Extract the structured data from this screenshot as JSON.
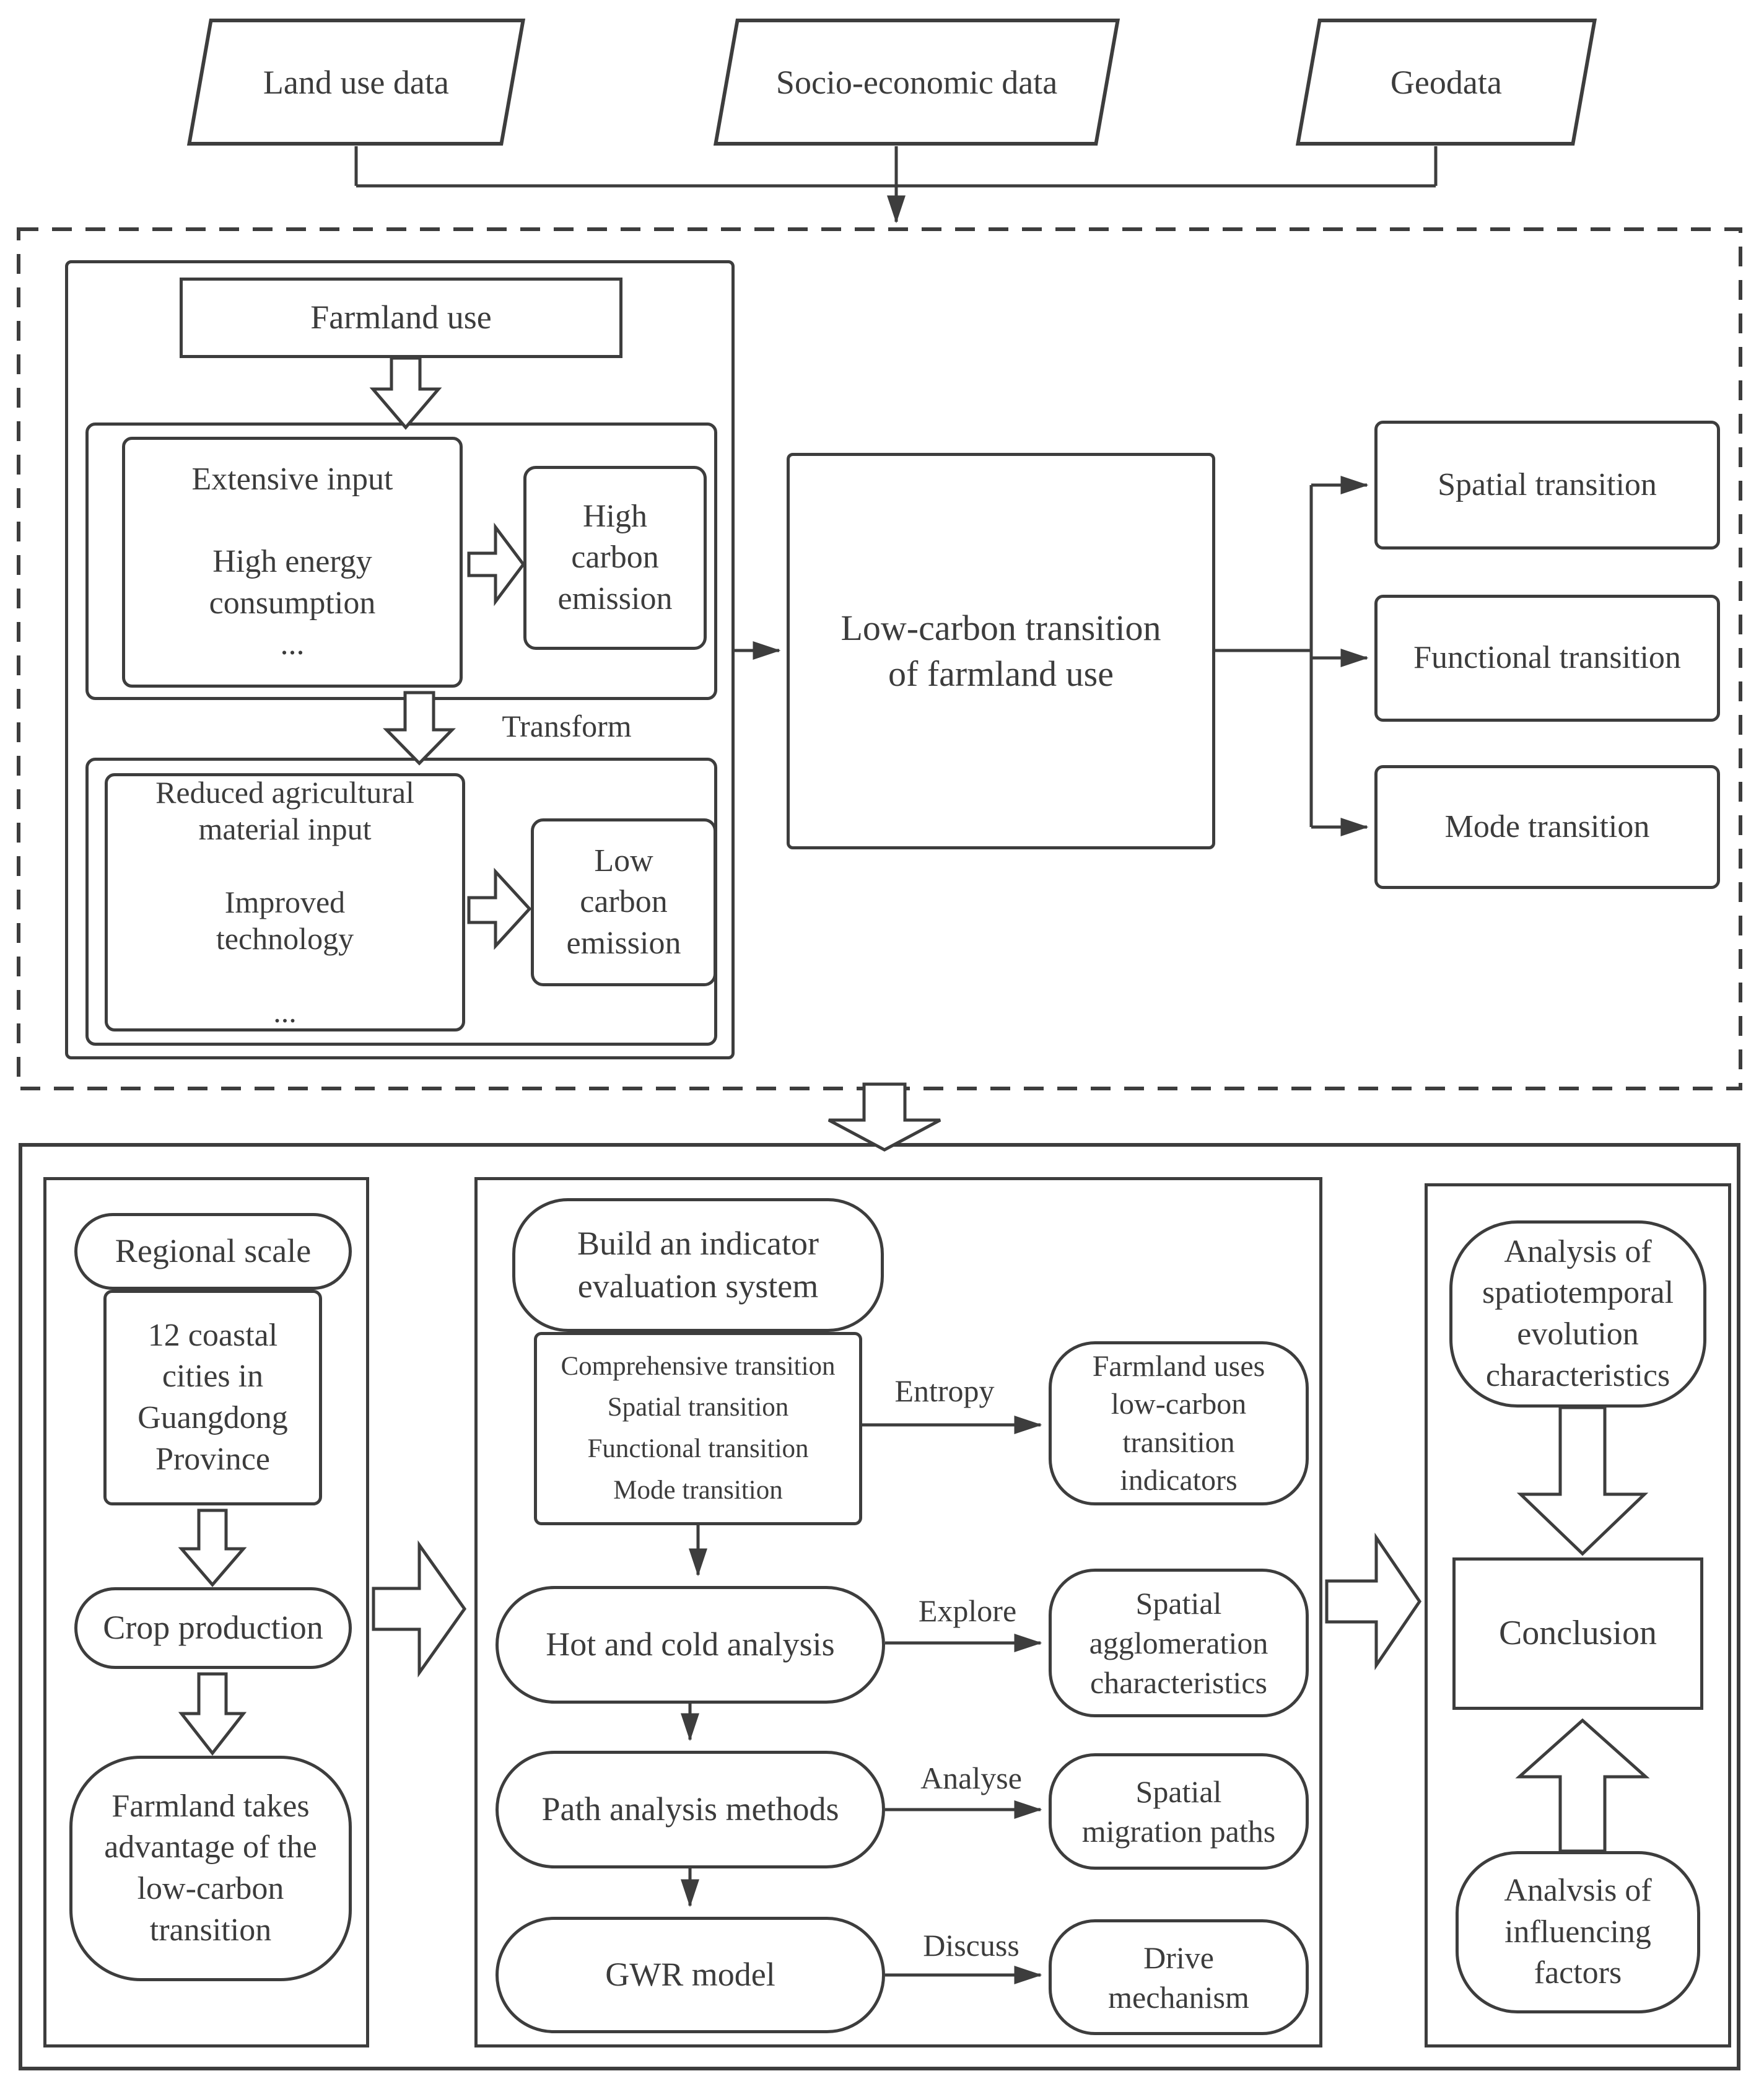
{
  "theme": {
    "ink": "#3d3d3d",
    "background": "#ffffff"
  },
  "diagram": {
    "sources": [
      {
        "label": "Land use data"
      },
      {
        "label": "Socio-economic data"
      },
      {
        "label": "Geodata"
      }
    ],
    "framework": {
      "farmland_use": "Farmland use",
      "extensive_input": "Extensive input\n\nHigh energy\nconsumption\n...",
      "high_carbon": "High\ncarbon\nemission",
      "transform_label": "Transform",
      "reduced_input": "Reduced agricultural\nmaterial input\n\nImproved\ntechnology\n\n...",
      "low_carbon": "Low\ncarbon\nemission",
      "core": "Low-carbon transition\nof farmland use",
      "transitions": [
        {
          "label": "Spatial transition"
        },
        {
          "label": "Functional transition"
        },
        {
          "label": "Mode transition"
        }
      ]
    },
    "study_area": {
      "regional_scale": "Regional scale",
      "cities": "12 coastal\ncities in\nGuangdong\nProvince",
      "crop_production": "Crop production",
      "advantage": "Farmland takes\nadvantage of the\nlow-carbon\ntransition"
    },
    "methods": {
      "build_system": "Build an indicator\nevaluation system",
      "indicator_list": "Comprehensive transition\nSpatial transition\nFunctional transition\nMode transition",
      "entropy_label": "Entropy",
      "farmland_uses_indicators": "Farmland uses\nlow-carbon\ntransition\nindicators",
      "hot_cold": "Hot and cold analysis",
      "explore_label": "Explore",
      "agglomeration": "Spatial\nagglomeration\ncharacteristics",
      "path_analysis": "Path analysis methods",
      "analyse_label": "Analyse",
      "migration": "Spatial\nmigration paths",
      "gwr": "GWR model",
      "discuss_label": "Discuss",
      "drive": "Drive\nmechanism"
    },
    "results": {
      "spatiotemporal": "Analysis of\nspatiotemporal\nevolution\ncharacteristics",
      "conclusion": "Conclusion",
      "influencing": "Analvsis of\ninfluencing\nfactors"
    }
  }
}
